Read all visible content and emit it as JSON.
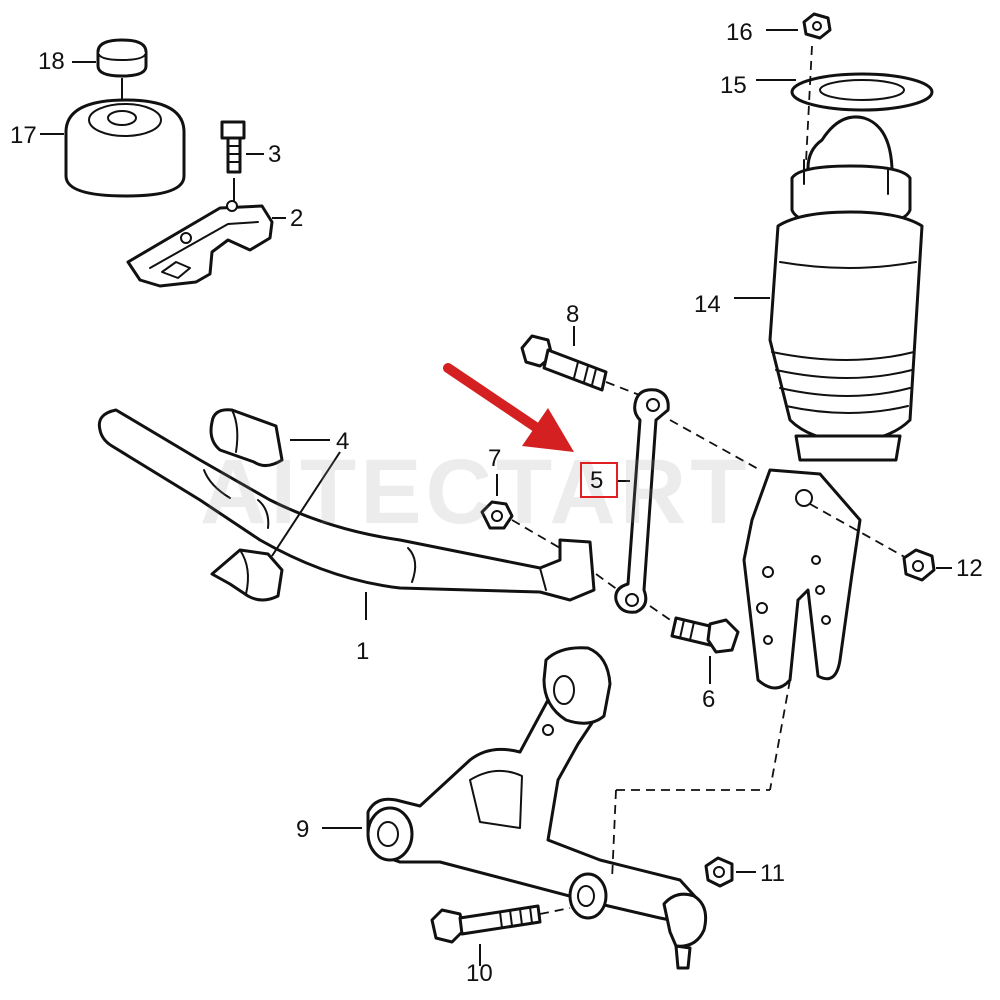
{
  "callouts": {
    "c1": "1",
    "c2": "2",
    "c3": "3",
    "c4": "4",
    "c5": "5",
    "c6": "6",
    "c7": "7",
    "c8": "8",
    "c9": "9",
    "c10": "10",
    "c11": "11",
    "c12": "12",
    "c14": "14",
    "c15": "15",
    "c16": "16",
    "c17": "17",
    "c18": "18"
  },
  "watermark": "AITECTART",
  "colors": {
    "line": "#111111",
    "arrow": "#d42020",
    "highlight": "#e02020",
    "background": "#ffffff"
  }
}
